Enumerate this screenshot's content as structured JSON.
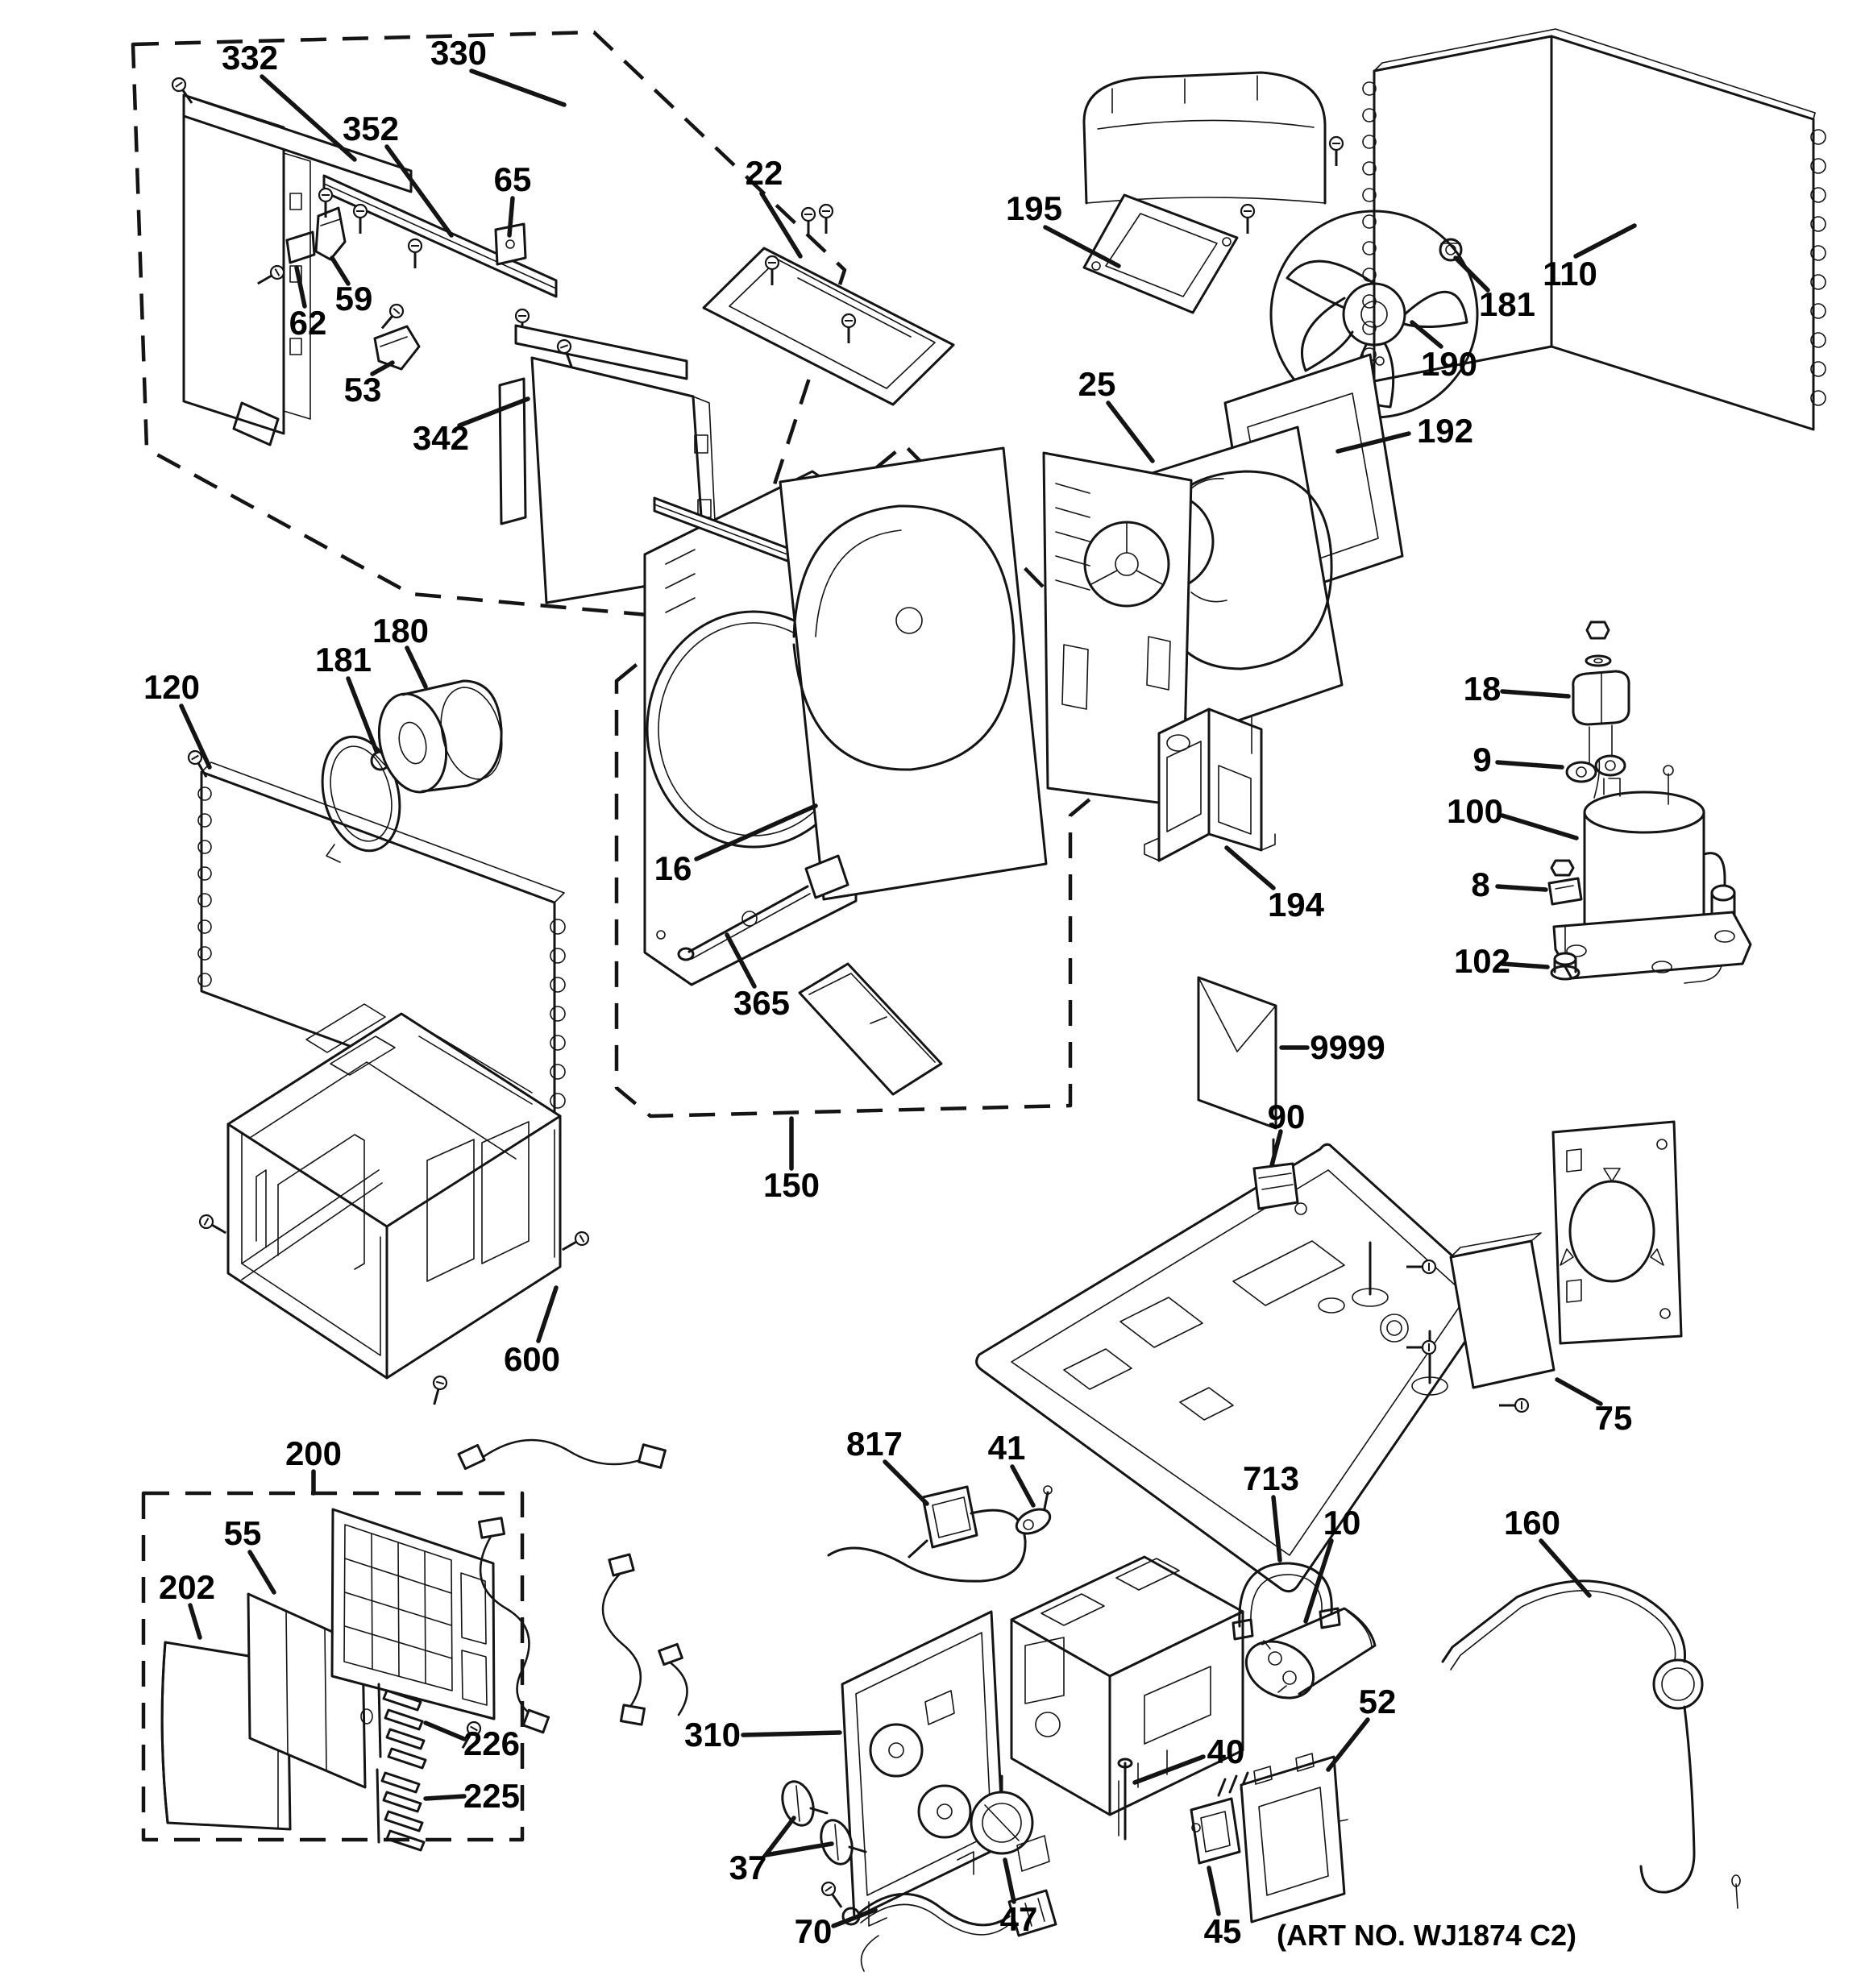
{
  "figure": {
    "art_no": "(ART NO. WJ1874 C2)"
  },
  "labels": [
    {
      "id": "332",
      "text": "332"
    },
    {
      "id": "330",
      "text": "330"
    },
    {
      "id": "352",
      "text": "352"
    },
    {
      "id": "65",
      "text": "65"
    },
    {
      "id": "22",
      "text": "22"
    },
    {
      "id": "195",
      "text": "195"
    },
    {
      "id": "110",
      "text": "110"
    },
    {
      "id": "181-condenser-bushing",
      "text": "181"
    },
    {
      "id": "25",
      "text": "25"
    },
    {
      "id": "190",
      "text": "190"
    },
    {
      "id": "192",
      "text": "192"
    },
    {
      "id": "59",
      "text": "59"
    },
    {
      "id": "62",
      "text": "62"
    },
    {
      "id": "53",
      "text": "53"
    },
    {
      "id": "342",
      "text": "342"
    },
    {
      "id": "180",
      "text": "180"
    },
    {
      "id": "181-blower-clamp",
      "text": "181"
    },
    {
      "id": "120",
      "text": "120"
    },
    {
      "id": "18",
      "text": "18"
    },
    {
      "id": "9",
      "text": "9"
    },
    {
      "id": "100",
      "text": "100"
    },
    {
      "id": "8",
      "text": "8"
    },
    {
      "id": "102",
      "text": "102"
    },
    {
      "id": "16",
      "text": "16"
    },
    {
      "id": "194",
      "text": "194"
    },
    {
      "id": "365",
      "text": "365"
    },
    {
      "id": "9999",
      "text": "9999"
    },
    {
      "id": "90",
      "text": "90"
    },
    {
      "id": "150",
      "text": "150"
    },
    {
      "id": "600",
      "text": "600"
    },
    {
      "id": "75",
      "text": "75"
    },
    {
      "id": "200",
      "text": "200"
    },
    {
      "id": "817",
      "text": "817"
    },
    {
      "id": "41",
      "text": "41"
    },
    {
      "id": "713",
      "text": "713"
    },
    {
      "id": "10",
      "text": "10"
    },
    {
      "id": "160",
      "text": "160"
    },
    {
      "id": "55",
      "text": "55"
    },
    {
      "id": "202",
      "text": "202"
    },
    {
      "id": "310",
      "text": "310"
    },
    {
      "id": "40",
      "text": "40"
    },
    {
      "id": "52",
      "text": "52"
    },
    {
      "id": "226",
      "text": "226"
    },
    {
      "id": "37",
      "text": "37"
    },
    {
      "id": "225",
      "text": "225"
    },
    {
      "id": "47",
      "text": "47"
    },
    {
      "id": "45",
      "text": "45"
    },
    {
      "id": "70",
      "text": "70"
    }
  ]
}
